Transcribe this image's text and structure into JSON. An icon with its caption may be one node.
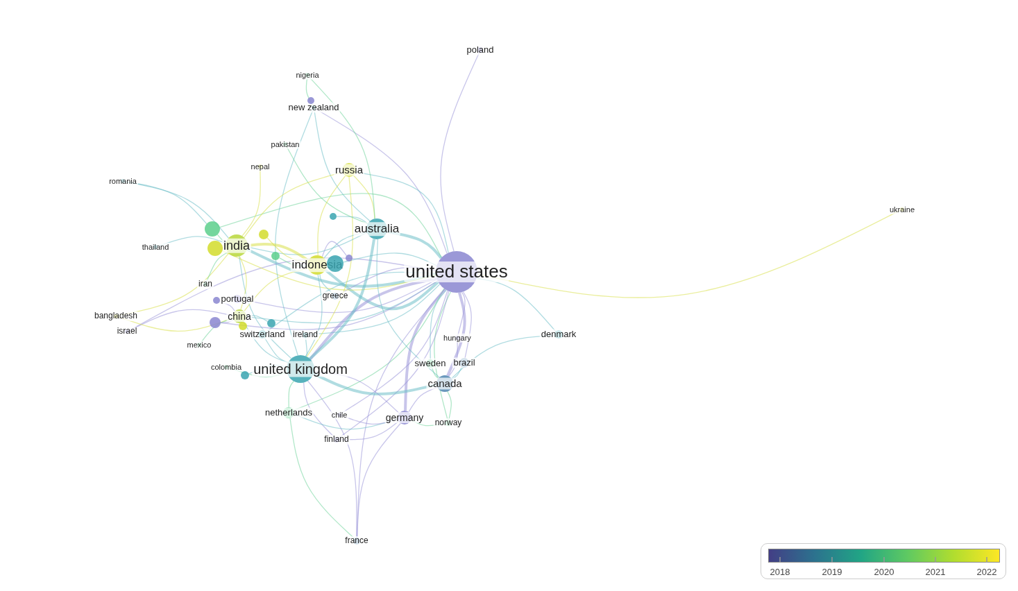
{
  "diagram": {
    "nodes": [
      {
        "text": [
          "poland"
        ]
      },
      {
        "text": [
          "nigeria"
        ]
      },
      {
        "text": [
          "new zealand"
        ]
      },
      {
        "text": [
          "pakistan"
        ]
      },
      {
        "text": [
          "nepal"
        ]
      },
      {
        "text": [
          "russia"
        ]
      },
      {
        "text": [
          "romania"
        ]
      },
      {
        "text": [
          "ukraine"
        ]
      },
      {
        "text": [
          "australia"
        ]
      },
      {
        "text": [
          "thailand"
        ]
      },
      {
        "text": [
          "india"
        ]
      },
      {
        "text": [
          "united states"
        ]
      },
      {
        "text": [
          "indonesia"
        ]
      },
      {
        "text": [
          "iran"
        ]
      },
      {
        "text": [
          "portugal"
        ]
      },
      {
        "text": [
          "greece"
        ]
      },
      {
        "text": [
          "bangladesh"
        ]
      },
      {
        "text": [
          "china"
        ]
      },
      {
        "text": [
          "israel"
        ]
      },
      {
        "text": [
          "switzerland"
        ]
      },
      {
        "text": [
          "ireland"
        ]
      },
      {
        "text": [
          "mexico"
        ]
      },
      {
        "text": [
          "hungary"
        ]
      },
      {
        "text": [
          "denmark"
        ]
      },
      {
        "text": [
          "colombia"
        ]
      },
      {
        "text": [
          "united kingdom"
        ]
      },
      {
        "text": [
          "sweden"
        ]
      },
      {
        "text": [
          "brazil"
        ]
      },
      {
        "text": [
          "canada"
        ]
      },
      {
        "text": [
          "netherlands"
        ]
      },
      {
        "text": [
          "chile"
        ]
      },
      {
        "text": [
          "germany"
        ]
      },
      {
        "text": [
          "norway"
        ]
      },
      {
        "text": [
          "finland"
        ]
      },
      {
        "text": [
          "france"
        ]
      },
      {
        "text": [],
        "shape": "circle"
      },
      {
        "text": [],
        "shape": "circle"
      },
      {
        "text": [],
        "shape": "circle"
      },
      {
        "text": [],
        "shape": "circle"
      },
      {
        "text": [],
        "shape": "circle"
      },
      {
        "text": [],
        "shape": "circle"
      },
      {
        "text": [],
        "shape": "circle"
      },
      {
        "text": [],
        "shape": "circle"
      },
      {
        "text": [],
        "shape": "circle"
      },
      {
        "text": [],
        "shape": "circle"
      },
      {
        "text": [],
        "shape": "circle"
      },
      {
        "text": [],
        "shape": "circle"
      },
      {
        "text": [],
        "shape": "circle"
      }
    ],
    "edges": [
      {
        "from": 11,
        "to": 0,
        "arrow": "none",
        "color": "#9a95d8"
      },
      {
        "from": 11,
        "to": 2,
        "arrow": "none",
        "color": "#9a95d8"
      },
      {
        "from": 11,
        "to": 5,
        "arrow": "none"
      },
      {
        "from": 11,
        "to": 8,
        "arrow": "none",
        "style": "thick"
      },
      {
        "from": 11,
        "to": 10,
        "arrow": "none",
        "style": "thick"
      },
      {
        "from": 11,
        "to": 12,
        "arrow": "none",
        "style": "thick"
      },
      {
        "from": 11,
        "to": 17,
        "arrow": "none"
      },
      {
        "from": 11,
        "to": 25,
        "arrow": "none",
        "style": "thick",
        "color": "#9a95d8"
      },
      {
        "from": 11,
        "to": 28,
        "arrow": "none",
        "style": "thick",
        "color": "#9a95d8"
      },
      {
        "from": 11,
        "to": 31,
        "arrow": "none",
        "style": "thick",
        "color": "#9a95d8"
      },
      {
        "from": 11,
        "to": 27,
        "arrow": "none",
        "color": "#9a95d8"
      },
      {
        "from": 11,
        "to": 26,
        "arrow": "none"
      },
      {
        "from": 11,
        "to": 23,
        "arrow": "none"
      },
      {
        "from": 11,
        "to": 7,
        "arrow": "none",
        "color": "#d9e04a"
      },
      {
        "from": 11,
        "to": 22,
        "arrow": "none",
        "color": "#9a95d8"
      },
      {
        "from": 11,
        "to": 32,
        "arrow": "none",
        "color": "#6fd49a"
      },
      {
        "from": 11,
        "to": 29,
        "arrow": "none",
        "color": "#6fd49a"
      },
      {
        "from": 11,
        "to": 19,
        "arrow": "none"
      },
      {
        "from": 11,
        "to": 20,
        "arrow": "none"
      },
      {
        "from": 11,
        "to": 15,
        "arrow": "none",
        "color": "#9a95d8"
      },
      {
        "from": 11,
        "to": 14,
        "arrow": "none",
        "color": "#9a95d8"
      },
      {
        "from": 11,
        "to": 18,
        "arrow": "none",
        "color": "#9a95d8"
      },
      {
        "from": 11,
        "to": 33,
        "arrow": "none",
        "color": "#9a95d8"
      },
      {
        "from": 11,
        "to": 34,
        "arrow": "none",
        "color": "#9a95d8"
      },
      {
        "from": 11,
        "to": 30,
        "arrow": "none",
        "color": "#9a95d8"
      },
      {
        "from": 11,
        "to": 42,
        "arrow": "none"
      },
      {
        "from": 11,
        "to": 44,
        "arrow": "none",
        "color": "#9a95d8"
      },
      {
        "from": 11,
        "to": 36,
        "arrow": "none",
        "color": "#6fd49a"
      },
      {
        "from": 11,
        "to": 38,
        "arrow": "none",
        "color": "#d9e04a"
      },
      {
        "from": 25,
        "to": 8,
        "arrow": "none",
        "style": "thick"
      },
      {
        "from": 25,
        "to": 10,
        "arrow": "none"
      },
      {
        "from": 25,
        "to": 12,
        "arrow": "none"
      },
      {
        "from": 25,
        "to": 17,
        "arrow": "none"
      },
      {
        "from": 25,
        "to": 28,
        "arrow": "none",
        "style": "thick"
      },
      {
        "from": 25,
        "to": 31,
        "arrow": "none",
        "color": "#9a95d8"
      },
      {
        "from": 25,
        "to": 29,
        "arrow": "none",
        "color": "#6fd49a"
      },
      {
        "from": 25,
        "to": 19,
        "arrow": "none"
      },
      {
        "from": 25,
        "to": 20,
        "arrow": "none"
      },
      {
        "from": 25,
        "to": 34,
        "arrow": "none",
        "color": "#9a95d8"
      },
      {
        "from": 25,
        "to": 33,
        "arrow": "none",
        "color": "#9a95d8"
      },
      {
        "from": 25,
        "to": 24,
        "arrow": "none",
        "color": "#6fd49a"
      },
      {
        "from": 25,
        "to": 47,
        "arrow": "none"
      },
      {
        "from": 25,
        "to": 2,
        "arrow": "none"
      },
      {
        "from": 25,
        "to": 5,
        "arrow": "none",
        "color": "#d9e04a"
      },
      {
        "from": 8,
        "to": 2,
        "arrow": "none"
      },
      {
        "from": 8,
        "to": 5,
        "arrow": "none",
        "color": "#d9e04a"
      },
      {
        "from": 8,
        "to": 10,
        "arrow": "none"
      },
      {
        "from": 8,
        "to": 12,
        "arrow": "none"
      },
      {
        "from": 8,
        "to": 28,
        "arrow": "none"
      },
      {
        "from": 8,
        "to": 39,
        "arrow": "none"
      },
      {
        "from": 8,
        "to": 3,
        "arrow": "none",
        "color": "#6fd49a"
      },
      {
        "from": 8,
        "to": 1,
        "arrow": "none",
        "color": "#6fd49a"
      },
      {
        "from": 10,
        "to": 12,
        "arrow": "none",
        "style": "thick",
        "color": "#d9e04a"
      },
      {
        "from": 10,
        "to": 9,
        "arrow": "none"
      },
      {
        "from": 10,
        "to": 16,
        "arrow": "none",
        "color": "#d9e04a"
      },
      {
        "from": 10,
        "to": 13,
        "arrow": "none",
        "color": "#6fd49a"
      },
      {
        "from": 10,
        "to": 17,
        "arrow": "none",
        "color": "#d9e04a"
      },
      {
        "from": 10,
        "to": 4,
        "arrow": "none",
        "color": "#d9e04a"
      },
      {
        "from": 10,
        "to": 36,
        "arrow": "none",
        "color": "#6fd49a"
      },
      {
        "from": 10,
        "to": 38,
        "arrow": "none",
        "color": "#d9e04a"
      },
      {
        "from": 10,
        "to": 5,
        "arrow": "none",
        "color": "#d9e04a"
      },
      {
        "from": 10,
        "to": 6,
        "arrow": "none"
      },
      {
        "from": 12,
        "to": 5,
        "arrow": "none",
        "color": "#d9e04a"
      },
      {
        "from": 12,
        "to": 15,
        "arrow": "none"
      },
      {
        "from": 12,
        "to": 40,
        "arrow": "none",
        "color": "#6fd49a"
      },
      {
        "from": 12,
        "to": 17,
        "arrow": "none",
        "color": "#d9e04a"
      },
      {
        "from": 12,
        "to": 37,
        "arrow": "none",
        "color": "#d9e04a"
      },
      {
        "from": 12,
        "to": 41,
        "arrow": "none",
        "color": "#9a95d8"
      },
      {
        "from": 28,
        "to": 23,
        "arrow": "none"
      },
      {
        "from": 28,
        "to": 27,
        "arrow": "none"
      },
      {
        "from": 28,
        "to": 26,
        "arrow": "none",
        "color": "#6fd49a"
      },
      {
        "from": 28,
        "to": 31,
        "arrow": "none",
        "color": "#9a95d8"
      },
      {
        "from": 28,
        "to": 32,
        "arrow": "none",
        "color": "#6fd49a"
      },
      {
        "from": 28,
        "to": 22,
        "arrow": "none",
        "color": "#9a95d8"
      },
      {
        "from": 31,
        "to": 33,
        "arrow": "none",
        "color": "#9a95d8"
      },
      {
        "from": 31,
        "to": 32,
        "arrow": "none",
        "color": "#6fd49a"
      },
      {
        "from": 31,
        "to": 29,
        "arrow": "none"
      },
      {
        "from": 31,
        "to": 34,
        "arrow": "none",
        "color": "#9a95d8"
      },
      {
        "from": 31,
        "to": 30,
        "arrow": "none",
        "color": "#9a95d8"
      },
      {
        "from": 17,
        "to": 18,
        "arrow": "none",
        "color": "#9a95d8"
      },
      {
        "from": 17,
        "to": 16,
        "arrow": "none",
        "color": "#d9e04a"
      },
      {
        "from": 17,
        "to": 21,
        "arrow": "none",
        "color": "#6fd49a"
      },
      {
        "from": 17,
        "to": 44,
        "arrow": "none",
        "color": "#9a95d8"
      },
      {
        "from": 17,
        "to": 43,
        "arrow": "none",
        "color": "#9a95d8"
      },
      {
        "from": 17,
        "to": 45,
        "arrow": "none"
      },
      {
        "from": 29,
        "to": 34,
        "arrow": "none",
        "color": "#6fd49a"
      },
      {
        "from": 6,
        "to": 36,
        "arrow": "none"
      },
      {
        "from": 1,
        "to": 2,
        "arrow": "none",
        "color": "#6fd49a"
      }
    ],
    "labels": [
      "2018",
      "2019",
      "2020",
      "2021",
      "2022"
    ]
  }
}
